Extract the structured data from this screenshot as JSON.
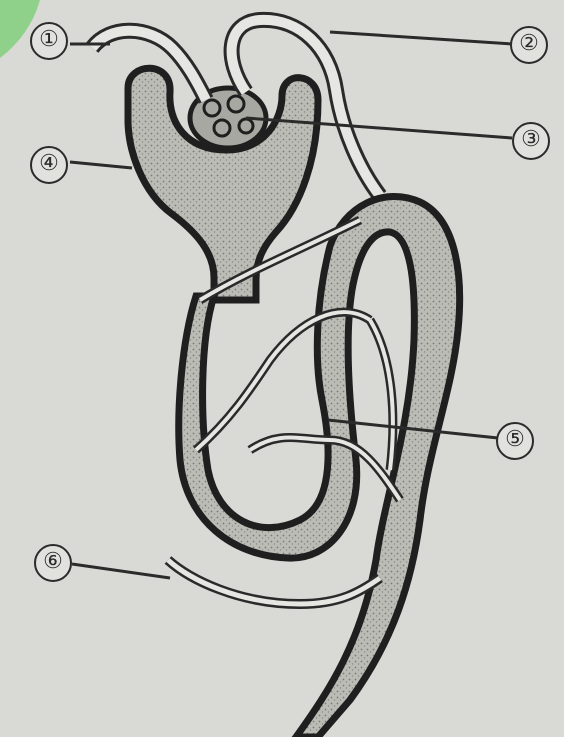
{
  "labels": [
    {
      "id": "label-1",
      "text": "①"
    },
    {
      "id": "label-2",
      "text": "②"
    },
    {
      "id": "label-3",
      "text": "③"
    },
    {
      "id": "label-4",
      "text": "④"
    },
    {
      "id": "label-5",
      "text": "⑤"
    },
    {
      "id": "label-6",
      "text": "⑥"
    }
  ],
  "colors": {
    "background": "#d9d9d5",
    "tubule_fill": "#b9b9b4",
    "outline": "#1f1f1f",
    "vessel": "#e6e6e2",
    "corner_accent": "#8fd18a"
  }
}
